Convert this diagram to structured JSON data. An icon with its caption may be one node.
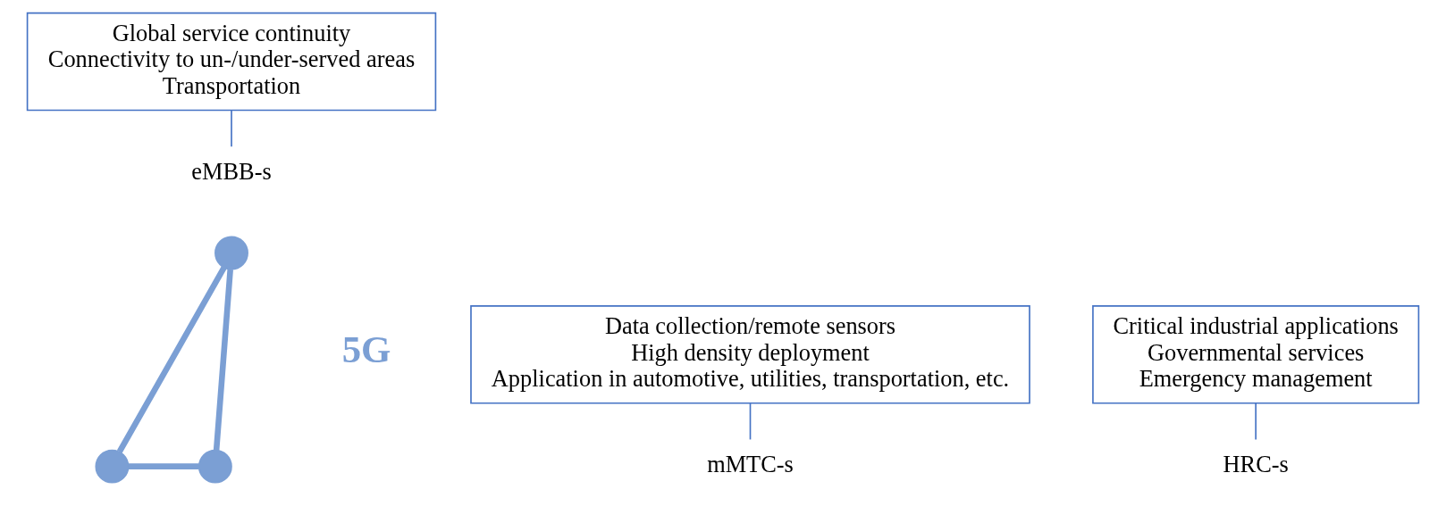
{
  "diagram": {
    "nodes": [
      {
        "text": [
          "Global service continuity",
          "Connectivity to un-/under-served areas",
          "Transportation"
        ]
      },
      {
        "text": [
          "eMBB-s"
        ]
      },
      {
        "text": [
          "Data collection/remote sensors",
          "High density deployment",
          "Application in automotive, utilities, transportation, etc."
        ]
      },
      {
        "text": [
          "Critical industrial applications",
          "Governmental services",
          "Emergency management"
        ]
      },
      {
        "text": [],
        "shape": "circle"
      },
      {
        "text": [
          "mMTC-s"
        ]
      },
      {
        "text": [],
        "shape": "circle"
      },
      {
        "text": [],
        "shape": "circle"
      },
      {
        "text": [
          "HRC-s"
        ]
      }
    ],
    "edges": [
      {
        "from": 0,
        "to": 1,
        "arrow": "none",
        "color": "#4472c4"
      },
      {
        "from": 2,
        "to": 5,
        "arrow": "none",
        "color": "#4472c4"
      },
      {
        "from": 3,
        "to": 8,
        "arrow": "none",
        "color": "#4472c4"
      },
      {
        "from": 4,
        "to": 6,
        "arrow": "none",
        "style": "thick",
        "color": "#7b9fd4"
      },
      {
        "from": 6,
        "to": 7,
        "arrow": "none",
        "style": "thick",
        "color": "#7b9fd4"
      },
      {
        "from": 4,
        "to": 7,
        "arrow": "none",
        "style": "thick",
        "color": "#7b9fd4"
      }
    ],
    "labels": [
      "5G"
    ]
  }
}
